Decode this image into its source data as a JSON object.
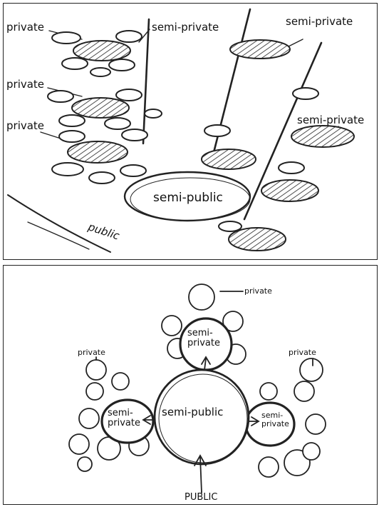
{
  "top_sketch": {
    "private_1": "private",
    "private_2": "private",
    "private_3": "private",
    "semi_private_1": "semi-private",
    "semi_private_2": "semi-private",
    "semi_private_3": "semi-private",
    "semi_public": "semi-public",
    "public": "public"
  },
  "bottom_sketch": {
    "private_top": "private",
    "private_left": "private",
    "private_right": "private",
    "semi_private_top": "semi-\nprivate",
    "semi_private_left": "semi-\nprivate",
    "semi_private_right": "semi-\nprivate",
    "semi_public": "semi-public",
    "public": "PUBLIC"
  }
}
